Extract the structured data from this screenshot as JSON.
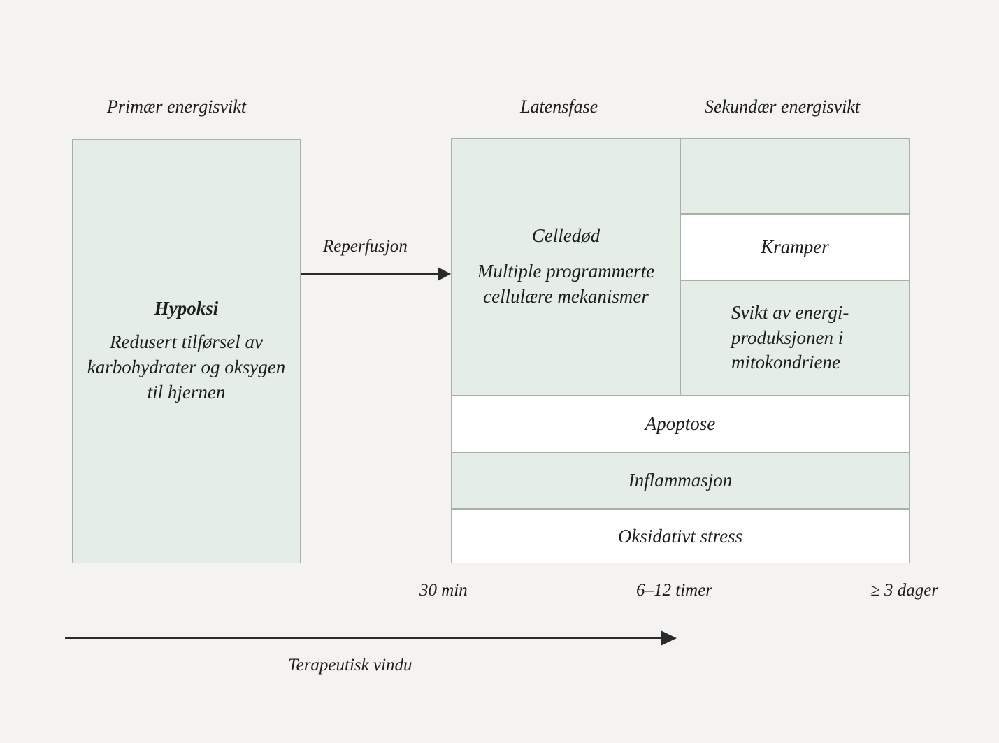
{
  "headers": {
    "primary": "Primær energisvikt",
    "latens": "Latensfase",
    "secondary": "Sekundær energisvikt"
  },
  "hypoksi_box": {
    "title": "Hypoksi",
    "description": "Redusert tilførsel av karbohydrater og oksygen til hjernen"
  },
  "reperfusion": {
    "label": "Reperfusjon",
    "icon": "arrow-right-icon"
  },
  "latens_box": {
    "line1": "Celledød",
    "line2": "Multiple programmerte cellulære mekanismer"
  },
  "secondary_cells": {
    "blank": "",
    "kramper": "Kramper",
    "svikt": "Svikt av energi-produksjonen i mitokondriene"
  },
  "full_width_rows": [
    {
      "label": "Apoptose",
      "fill": "white"
    },
    {
      "label": "Inflammasjon",
      "fill": "green"
    },
    {
      "label": "Oksidativt stress",
      "fill": "white"
    }
  ],
  "time_ticks": {
    "t1": "30 min",
    "t2": "6–12 timer",
    "t3": "≥ 3 dager"
  },
  "therapeutic_window": {
    "label": "Terapeutisk vindu",
    "icon": "arrow-right-icon"
  },
  "colors": {
    "background": "#f4f3f1",
    "box_fill_green": "#e5eee6",
    "box_fill_white": "#ffffff",
    "box_border": "#a8b0a8",
    "text": "#1e1e1e",
    "arrow": "#2a2a2a"
  }
}
